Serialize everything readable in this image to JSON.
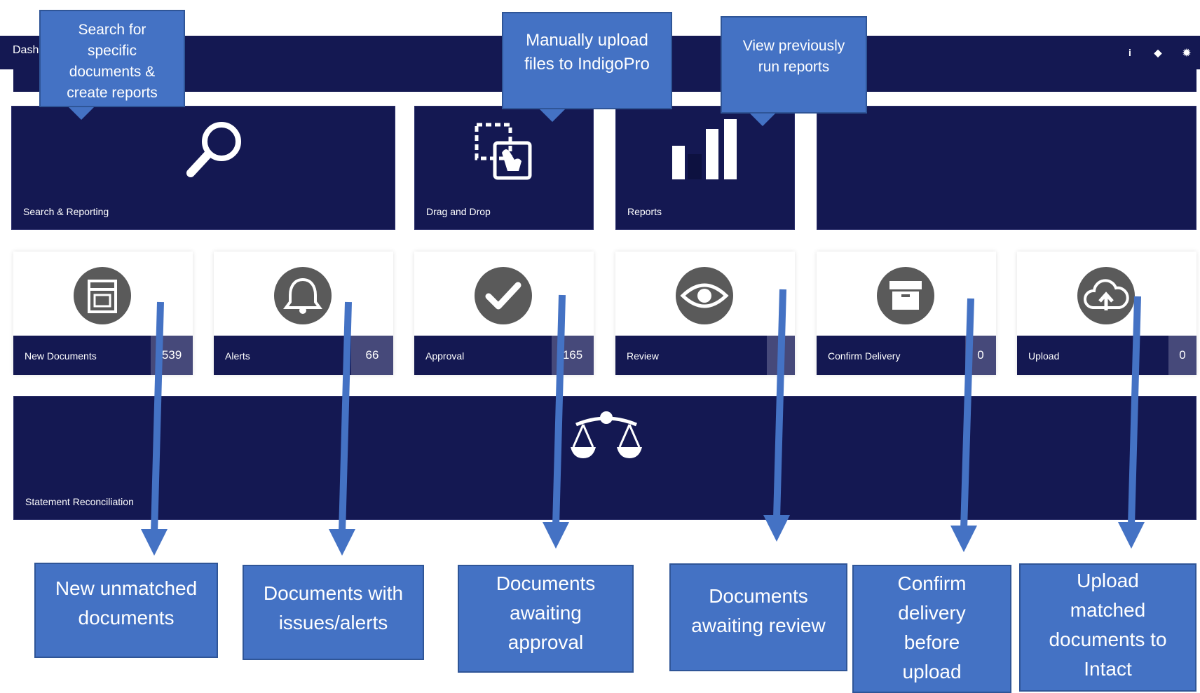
{
  "header": {
    "title": "Dash",
    "tools": [
      {
        "icon": "info-icon",
        "glyph": "i"
      },
      {
        "icon": "tag-icon",
        "glyph": "◆"
      },
      {
        "icon": "gear-icon",
        "glyph": "✹"
      }
    ]
  },
  "tiles": {
    "search": {
      "label": "Search & Reporting",
      "icon": "magnifier-icon"
    },
    "drag": {
      "label": "Drag and Drop",
      "icon": "drag-drop-icon"
    },
    "reports": {
      "label": "Reports",
      "icon": "bar-chart-icon"
    },
    "reconciliation": {
      "label": "Statement Reconciliation",
      "icon": "scales-icon"
    }
  },
  "queues": [
    {
      "label": "New Documents",
      "count": "539",
      "icon": "document-icon"
    },
    {
      "label": "Alerts",
      "count": "66",
      "icon": "bell-icon"
    },
    {
      "label": "Approval",
      "count": "165",
      "icon": "checkmark-icon"
    },
    {
      "label": "Review",
      "count": "",
      "icon": "eye-icon"
    },
    {
      "label": "Confirm Delivery",
      "count": "0",
      "icon": "archive-box-icon"
    },
    {
      "label": "Upload",
      "count": "0",
      "icon": "cloud-upload-icon"
    }
  ],
  "callouts_top": {
    "search": [
      "Search for",
      "specific",
      "documents &",
      "create reports"
    ],
    "upload": [
      "Manually upload",
      "files to IndigoPro"
    ],
    "reports": [
      "View previously",
      "run reports"
    ]
  },
  "callouts_bottom": {
    "new": [
      "New unmatched",
      "documents"
    ],
    "alerts": [
      "Documents with",
      "issues/alerts"
    ],
    "approval": [
      "Documents",
      "awaiting",
      "approval"
    ],
    "review": [
      "Documents",
      "awaiting review"
    ],
    "confirm": [
      "Confirm",
      "delivery",
      "before",
      "upload"
    ],
    "upload": [
      "Upload",
      "matched",
      "documents to",
      "Intact"
    ]
  },
  "colors": {
    "navy": "#141852",
    "callout_blue": "#4472c4",
    "icon_gray": "#5a5a5a",
    "count_bg": "#46497a"
  }
}
